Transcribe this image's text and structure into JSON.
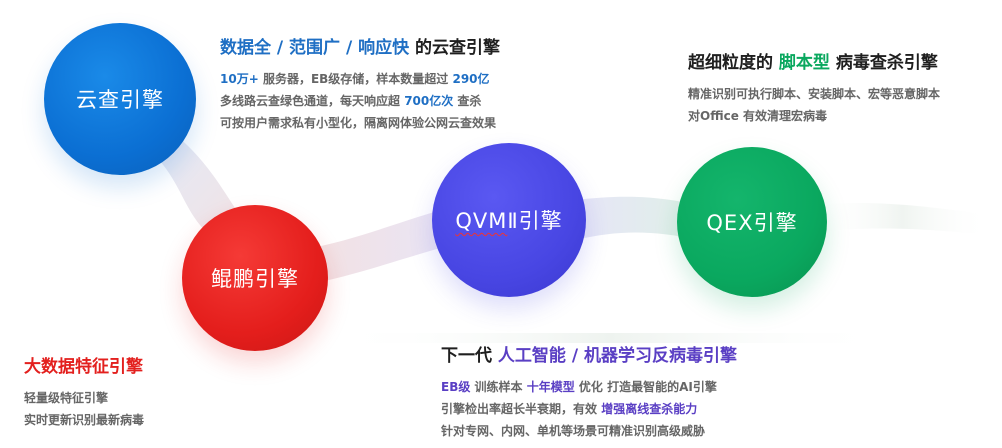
{
  "colors": {
    "cloud": "#0b6fd3",
    "kunpeng": "#e41e1c",
    "qvm": "#4846e3",
    "qex": "#0aa85f",
    "highlight_blue": "#1f6fc4",
    "highlight_violet": "#5a3fc4",
    "highlight_green": "#0aa85f",
    "highlight_red": "#e3201e"
  },
  "nodes": {
    "cloud": {
      "label": "云查引擎"
    },
    "kunpeng": {
      "label": "鲲鹏引擎"
    },
    "qvm": {
      "label_main": "QVM",
      "label_num": "Ⅱ",
      "label_suffix": "引擎"
    },
    "qex": {
      "label": "QEX引擎"
    }
  },
  "cloud_text": {
    "heading_hl": "数据全 / 范围广 / 响应快",
    "heading_rest": " 的云查引擎",
    "line1_a": "10万+",
    "line1_b": " 服务器，EB级存储，样本数量超过 ",
    "line1_c": "290亿",
    "line2_a": "多线路云查绿色通道，每天响应超 ",
    "line2_b": "700亿次",
    "line2_c": " 查杀",
    "line3": "可按用户需求私有小型化，隔离网体验公网云查效果"
  },
  "qex_text": {
    "heading_a": "超细粒度的 ",
    "heading_hl": "脚本型",
    "heading_b": " 病毒查杀引擎",
    "line1": "精准识别可执行脚本、安装脚本、宏等恶意脚本",
    "line2": "对Office 有效清理宏病毒"
  },
  "kunpeng_text": {
    "heading": "大数据特征引擎",
    "line1": "轻量级特征引擎",
    "line2": "实时更新识别最新病毒"
  },
  "qvm_text": {
    "heading_a": "下一代 ",
    "heading_hl": "人工智能 / 机器学习反病毒引擎",
    "line1_a": "EB级",
    "line1_b": " 训练样本 ",
    "line1_c": "十年模型",
    "line1_d": " 优化  打造最智能的AI引擎",
    "line2_a": "引擎检出率超长半衰期，有效 ",
    "line2_b": "增强离线查杀能力",
    "line3": "针对专网、内网、单机等场景可精准识别高级威胁"
  }
}
